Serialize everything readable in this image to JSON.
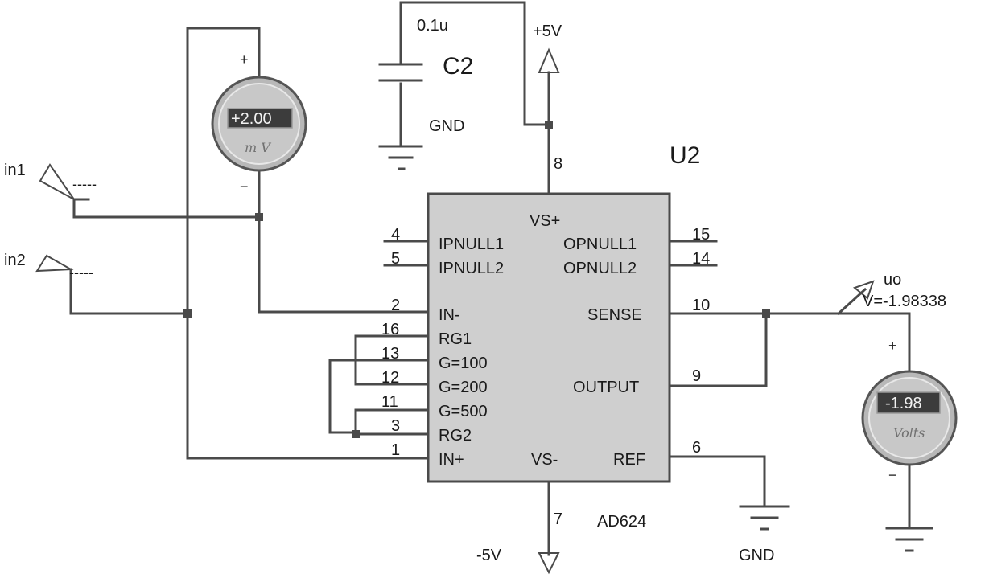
{
  "component_labels": {
    "capacitor_value": "0.1u",
    "capacitor_ref": "C2",
    "vplus": "+5V",
    "vminus": "-5V",
    "gnd_cap": "GND",
    "gnd_ref": "GND",
    "ic_ref": "U2",
    "ic_part": "AD624",
    "in1": "in1",
    "in2": "in2",
    "probe_name": "uo",
    "probe_value": "V=-1.98338"
  },
  "ic_pins": {
    "left": [
      {
        "number": "4",
        "name": "IPNULL1"
      },
      {
        "number": "5",
        "name": "IPNULL2"
      },
      {
        "number": "2",
        "name": "IN-"
      },
      {
        "number": "16",
        "name": "RG1"
      },
      {
        "number": "13",
        "name": "G=100"
      },
      {
        "number": "12",
        "name": "G=200"
      },
      {
        "number": "11",
        "name": "G=500"
      },
      {
        "number": "3",
        "name": "RG2"
      },
      {
        "number": "1",
        "name": "IN+"
      }
    ],
    "right": [
      {
        "number": "15",
        "name": "OPNULL1"
      },
      {
        "number": "14",
        "name": "OPNULL2"
      },
      {
        "number": "10",
        "name": "SENSE"
      },
      {
        "number": "9",
        "name": "OUTPUT"
      },
      {
        "number": "6",
        "name": "REF"
      }
    ],
    "top": {
      "number": "8",
      "name": "VS+"
    },
    "bottom": {
      "number": "7",
      "name": "VS-"
    }
  },
  "meters": {
    "input": {
      "reading": "+2.00",
      "unit": "m V",
      "plus": "+",
      "minus": "−"
    },
    "output": {
      "reading": "-1.98",
      "unit": "Volts",
      "plus": "+",
      "minus": "−"
    }
  },
  "source_marks": {
    "in1": "-----",
    "in2": "-----"
  }
}
